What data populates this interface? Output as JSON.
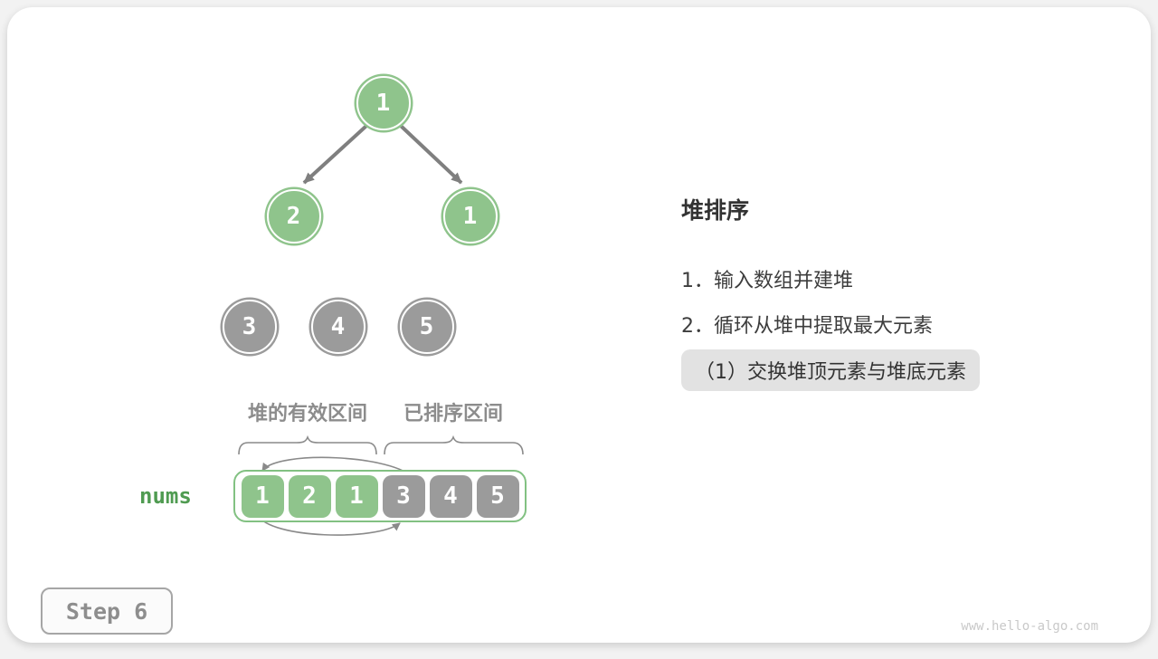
{
  "diagram": {
    "tree": {
      "nodes": [
        {
          "value": "1",
          "state": "heap"
        },
        {
          "value": "2",
          "state": "heap"
        },
        {
          "value": "1",
          "state": "heap"
        },
        {
          "value": "3",
          "state": "sorted"
        },
        {
          "value": "4",
          "state": "sorted"
        },
        {
          "value": "5",
          "state": "sorted"
        }
      ]
    },
    "region_labels": {
      "heap": "堆的有效区间",
      "sorted": "已排序区间"
    },
    "array": {
      "label": "nums",
      "cells": [
        {
          "value": "1",
          "state": "heap"
        },
        {
          "value": "2",
          "state": "heap"
        },
        {
          "value": "1",
          "state": "heap"
        },
        {
          "value": "3",
          "state": "sorted"
        },
        {
          "value": "4",
          "state": "sorted"
        },
        {
          "value": "5",
          "state": "sorted"
        }
      ]
    }
  },
  "panel": {
    "title": "堆排序",
    "steps": [
      {
        "label": "1．输入数组并建堆"
      },
      {
        "label": "2．循环从堆中提取最大元素"
      }
    ],
    "current_substep": "（1）交换堆顶元素与堆底元素"
  },
  "footer": {
    "step_badge": "Step 6",
    "watermark": "www.hello-algo.com"
  },
  "colors": {
    "heap_green": "#8fc48c",
    "sorted_gray": "#9b9b9b",
    "nums_green": "#4f9b51",
    "array_border_green": "#82c182",
    "edge_gray": "#7f7f7f",
    "label_gray": "#8c8c8c",
    "highlight_bg": "#e2e2e2"
  }
}
